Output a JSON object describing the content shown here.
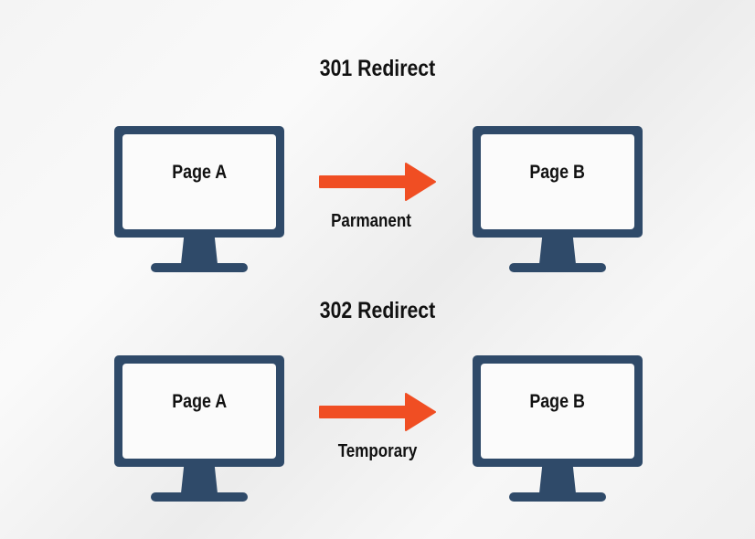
{
  "colors": {
    "monitor": "#2f4a69",
    "arrow": "#f04e23",
    "text": "#111111"
  },
  "sections": [
    {
      "title": "301 Redirect",
      "source": {
        "label": "Page A",
        "icon": "monitor-icon"
      },
      "target": {
        "label": "Page B",
        "icon": "monitor-icon"
      },
      "arrow": {
        "icon": "arrow-right-icon",
        "label": "Parmanent"
      }
    },
    {
      "title": "302 Redirect",
      "source": {
        "label": "Page A",
        "icon": "monitor-icon"
      },
      "target": {
        "label": "Page B",
        "icon": "monitor-icon"
      },
      "arrow": {
        "icon": "arrow-right-icon",
        "label": "Temporary"
      }
    }
  ]
}
